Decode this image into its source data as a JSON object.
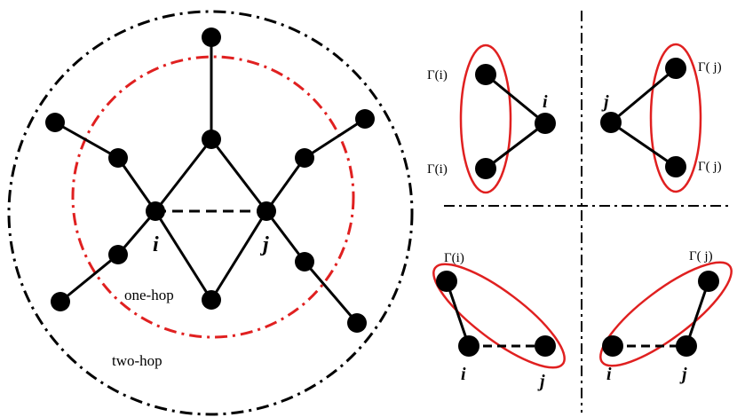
{
  "diagram": {
    "left_panel": {
      "node_i": "i",
      "node_j": "j",
      "inner_ring": "one-hop",
      "outer_ring": "two-hop"
    },
    "panels": [
      {
        "neighbor_top": "Γ(i)",
        "neighbor_bottom": "Γ(i)",
        "node": "i"
      },
      {
        "neighbor_top": "Γ( j)",
        "neighbor_bottom": "Γ( j)",
        "node": "j"
      },
      {
        "neighbor": "Γ(i)",
        "node_i": "i",
        "node_j": "j"
      },
      {
        "neighbor": "Γ( j)",
        "node_i": "i",
        "node_j": "j"
      }
    ],
    "colors": {
      "node": "#000000",
      "edge": "#000000",
      "one_hop_ring": "#e02020",
      "two_hop_ring": "#000000",
      "highlight_ellipse": "#e02020"
    }
  }
}
